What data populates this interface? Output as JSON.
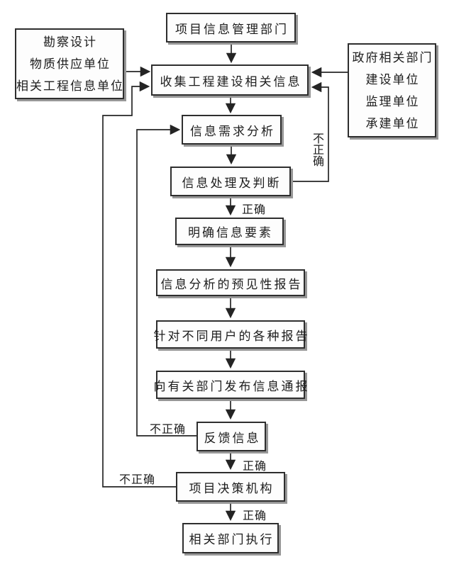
{
  "nodes": {
    "top_dept": {
      "label": "项目信息管理部门"
    },
    "left_sources": {
      "lines": [
        "勘察设计",
        "物质供应单位",
        "相关工程信息单位"
      ]
    },
    "right_sources": {
      "lines": [
        "政府相关部门",
        "建设单位",
        "监理单位",
        "承建单位"
      ]
    },
    "collect": {
      "label": "收集工程建设相关信息"
    },
    "demand": {
      "label": "信息需求分析"
    },
    "process": {
      "label": "信息处理及判断"
    },
    "clarify": {
      "label": "明确信息要素"
    },
    "forecast": {
      "label": "信息分析的预见性报告"
    },
    "reports": {
      "label": "针对不同用户的各种报告"
    },
    "notify": {
      "label": "向有关部门发布信息通报"
    },
    "feedback": {
      "label": "反馈信息"
    },
    "decision": {
      "label": "项目决策机构"
    },
    "execute": {
      "label": "相关部门执行"
    }
  },
  "edge_labels": {
    "process_incorrect": "不正确",
    "process_correct": "正确",
    "feedback_incorrect": "不正确",
    "feedback_correct": "正确",
    "decision_incorrect": "不正确",
    "decision_correct": "正确"
  },
  "colors": {
    "box_border": "#2e2e2e",
    "box_shadow": "#979797",
    "line": "#262626",
    "text": "#1c1c1c",
    "background": "#ffffff"
  }
}
